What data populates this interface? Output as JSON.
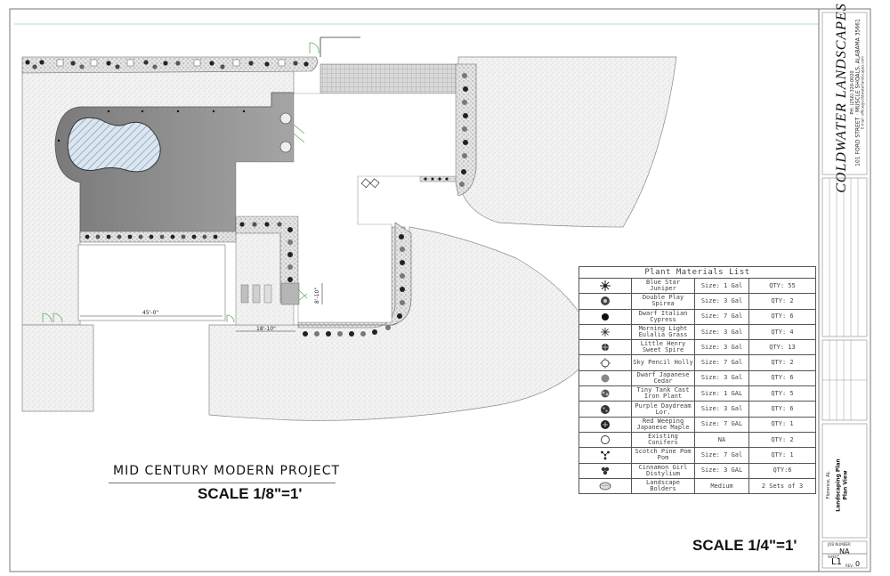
{
  "title_block": {
    "company": "COLDWATER LANDSCAPES",
    "address": "101 FORD STREET · MUSCLE SHOALS, ALABAMA 35661",
    "phone": "PH: (256) 320-0020",
    "email": "E-mail: office@coldwaterlandscapes.com",
    "location": "Florence, AL",
    "plan_title": "Landscaping Plan",
    "plan_view": "Plan View",
    "job_number_label": "JOB NUMBER",
    "job_number": "NA",
    "sheet_label": "SHEET",
    "sheet": "L1",
    "rev_label": "REV.",
    "rev": "0"
  },
  "project": {
    "title": "MID CENTURY MODERN PROJECT",
    "scale_plan": "SCALE 1/8\"=1'",
    "scale_table": "SCALE 1/4\"=1'"
  },
  "dimensions": {
    "width_45": "45'-0\"",
    "width_18": "18'-10\"",
    "depth_8": "8'-10\""
  },
  "plant_list": {
    "title": "Plant Materials List",
    "items": [
      {
        "name": "Blue Star Juniper",
        "size": "Size: 1 Gal",
        "qty": "QTY: 55",
        "symbol": "star-burst"
      },
      {
        "name": "Double Play Spirea",
        "size": "Size: 3 Gal",
        "qty": "QTY: 2",
        "symbol": "flower"
      },
      {
        "name": "Dwarf Italian Cypress",
        "size": "Size: 7 Gal",
        "qty": "QTY: 6",
        "symbol": "solid-dot"
      },
      {
        "name": "Morning Light Eulalia Grass",
        "size": "Size: 3 Gal",
        "qty": "QTY: 4",
        "symbol": "grass-burst"
      },
      {
        "name": "Little Henry Sweet Spire",
        "size": "Size: 3 Gal",
        "qty": "QTY: 13",
        "symbol": "small-burst"
      },
      {
        "name": "Sky Pencil Holly",
        "size": "Size: 7 Gal",
        "qty": "QTY: 2",
        "symbol": "outline-burst"
      },
      {
        "name": "Dwarf Japanese Cedar",
        "size": "Size: 3 Gal",
        "qty": "QTY: 6",
        "symbol": "gray-dot"
      },
      {
        "name": "Tiny Tank Cast Iron Plant",
        "size": "Size: 1 GAL",
        "qty": "QTY: 5",
        "symbol": "leafy"
      },
      {
        "name": "Purple Daydream Lor.",
        "size": "Size: 3 Gal",
        "qty": "QTY: 6",
        "symbol": "leafy-dark"
      },
      {
        "name": "Red Weeping Japanese Maple",
        "size": "Size: 7 GAL",
        "qty": "QTY: 1",
        "symbol": "maple"
      },
      {
        "name": "Existing Conifers",
        "size": "NA",
        "qty": "QTY: 2",
        "symbol": "outline-circle"
      },
      {
        "name": "Scotch Pine Pom Pom",
        "size": "Size: 7 Gal",
        "qty": "QTY: 1",
        "symbol": "pom-pom"
      },
      {
        "name": "Cinnamon Girl Distylium",
        "size": "Size: 3 GAL",
        "qty": "QTY:6",
        "symbol": "cluster"
      },
      {
        "name": "Landscape Bolders",
        "size": "Medium",
        "qty": "2 Sets of 3",
        "symbol": "boulder"
      }
    ]
  },
  "colors": {
    "lawn": "#f0f0f0",
    "patio": "#8a8a8a",
    "pool_water": "#c6d7e8",
    "border_green": "#7fbf7f",
    "plant_dark": "#222222",
    "plant_gray": "#777777"
  }
}
